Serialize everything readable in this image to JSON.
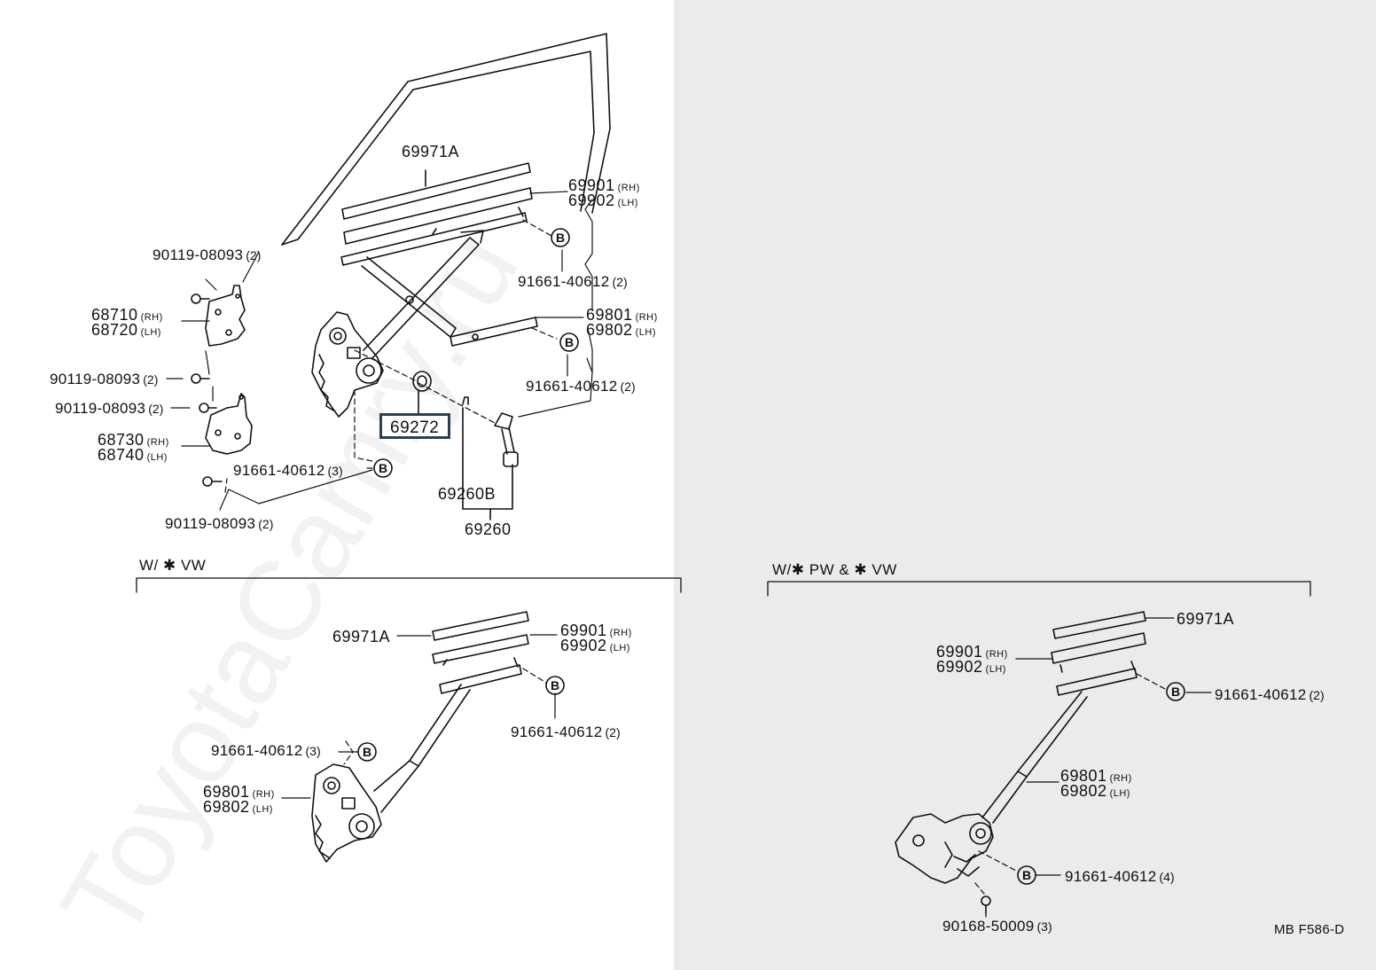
{
  "watermark": "ToyotaCamry.ru",
  "diagram_ref": "MB F586-D",
  "section_headers": {
    "vw": "W/ ✱ VW",
    "pw_vw": "W/✱ PW & ✱ VW"
  },
  "top_panel": {
    "glass_channel": "69971A",
    "regulator_rh": "69901",
    "regulator_rh_side": "(RH)",
    "regulator_lh": "69902",
    "regulator_lh_side": "(LH)",
    "bolt_b_upper": "91661-40612",
    "bolt_b_upper_qty": "(2)",
    "screw_1": "90119-08093",
    "screw_1_qty": "(2)",
    "hinge_upper_rh": "68710",
    "hinge_upper_rh_side": "(RH)",
    "hinge_upper_lh": "68720",
    "hinge_upper_lh_side": "(LH)",
    "screw_2": "90119-08093",
    "screw_2_qty": "(2)",
    "screw_3": "90119-08093",
    "screw_3_qty": "(2)",
    "hinge_lower_rh": "68730",
    "hinge_lower_rh_side": "(RH)",
    "hinge_lower_lh": "68740",
    "hinge_lower_lh_side": "(LH)",
    "bolt_b_lower": "91661-40612",
    "bolt_b_lower_qty": "(3)",
    "screw_4": "90119-08093",
    "screw_4_qty": "(2)",
    "arm_rh": "69801",
    "arm_rh_side": "(RH)",
    "arm_lh": "69802",
    "arm_lh_side": "(LH)",
    "bolt_b_mid": "91661-40612",
    "bolt_b_mid_qty": "(2)",
    "highlighted_part": "69272",
    "handle_clip": "69260B",
    "handle_assy": "69260",
    "bolt_symbol": "B"
  },
  "vw_panel": {
    "glass_channel": "69971A",
    "regulator_rh": "69901",
    "regulator_rh_side": "(RH)",
    "regulator_lh": "69902",
    "regulator_lh_side": "(LH)",
    "bolt_b_right": "91661-40612",
    "bolt_b_right_qty": "(2)",
    "bolt_b_left": "91661-40612",
    "bolt_b_left_qty": "(3)",
    "arm_rh": "69801",
    "arm_rh_side": "(RH)",
    "arm_lh": "69802",
    "arm_lh_side": "(LH)",
    "bolt_symbol": "B"
  },
  "pw_panel": {
    "glass_channel": "69971A",
    "regulator_rh": "69901",
    "regulator_rh_side": "(RH)",
    "regulator_lh": "69902",
    "regulator_lh_side": "(LH)",
    "bolt_b_top": "91661-40612",
    "bolt_b_top_qty": "(2)",
    "arm_rh": "69801",
    "arm_rh_side": "(RH)",
    "arm_lh": "69802",
    "arm_lh_side": "(LH)",
    "bolt_b_bottom": "91661-40612",
    "bolt_b_bottom_qty": "(4)",
    "screw": "90168-50009",
    "screw_qty": "(3)",
    "bolt_symbol": "B"
  }
}
